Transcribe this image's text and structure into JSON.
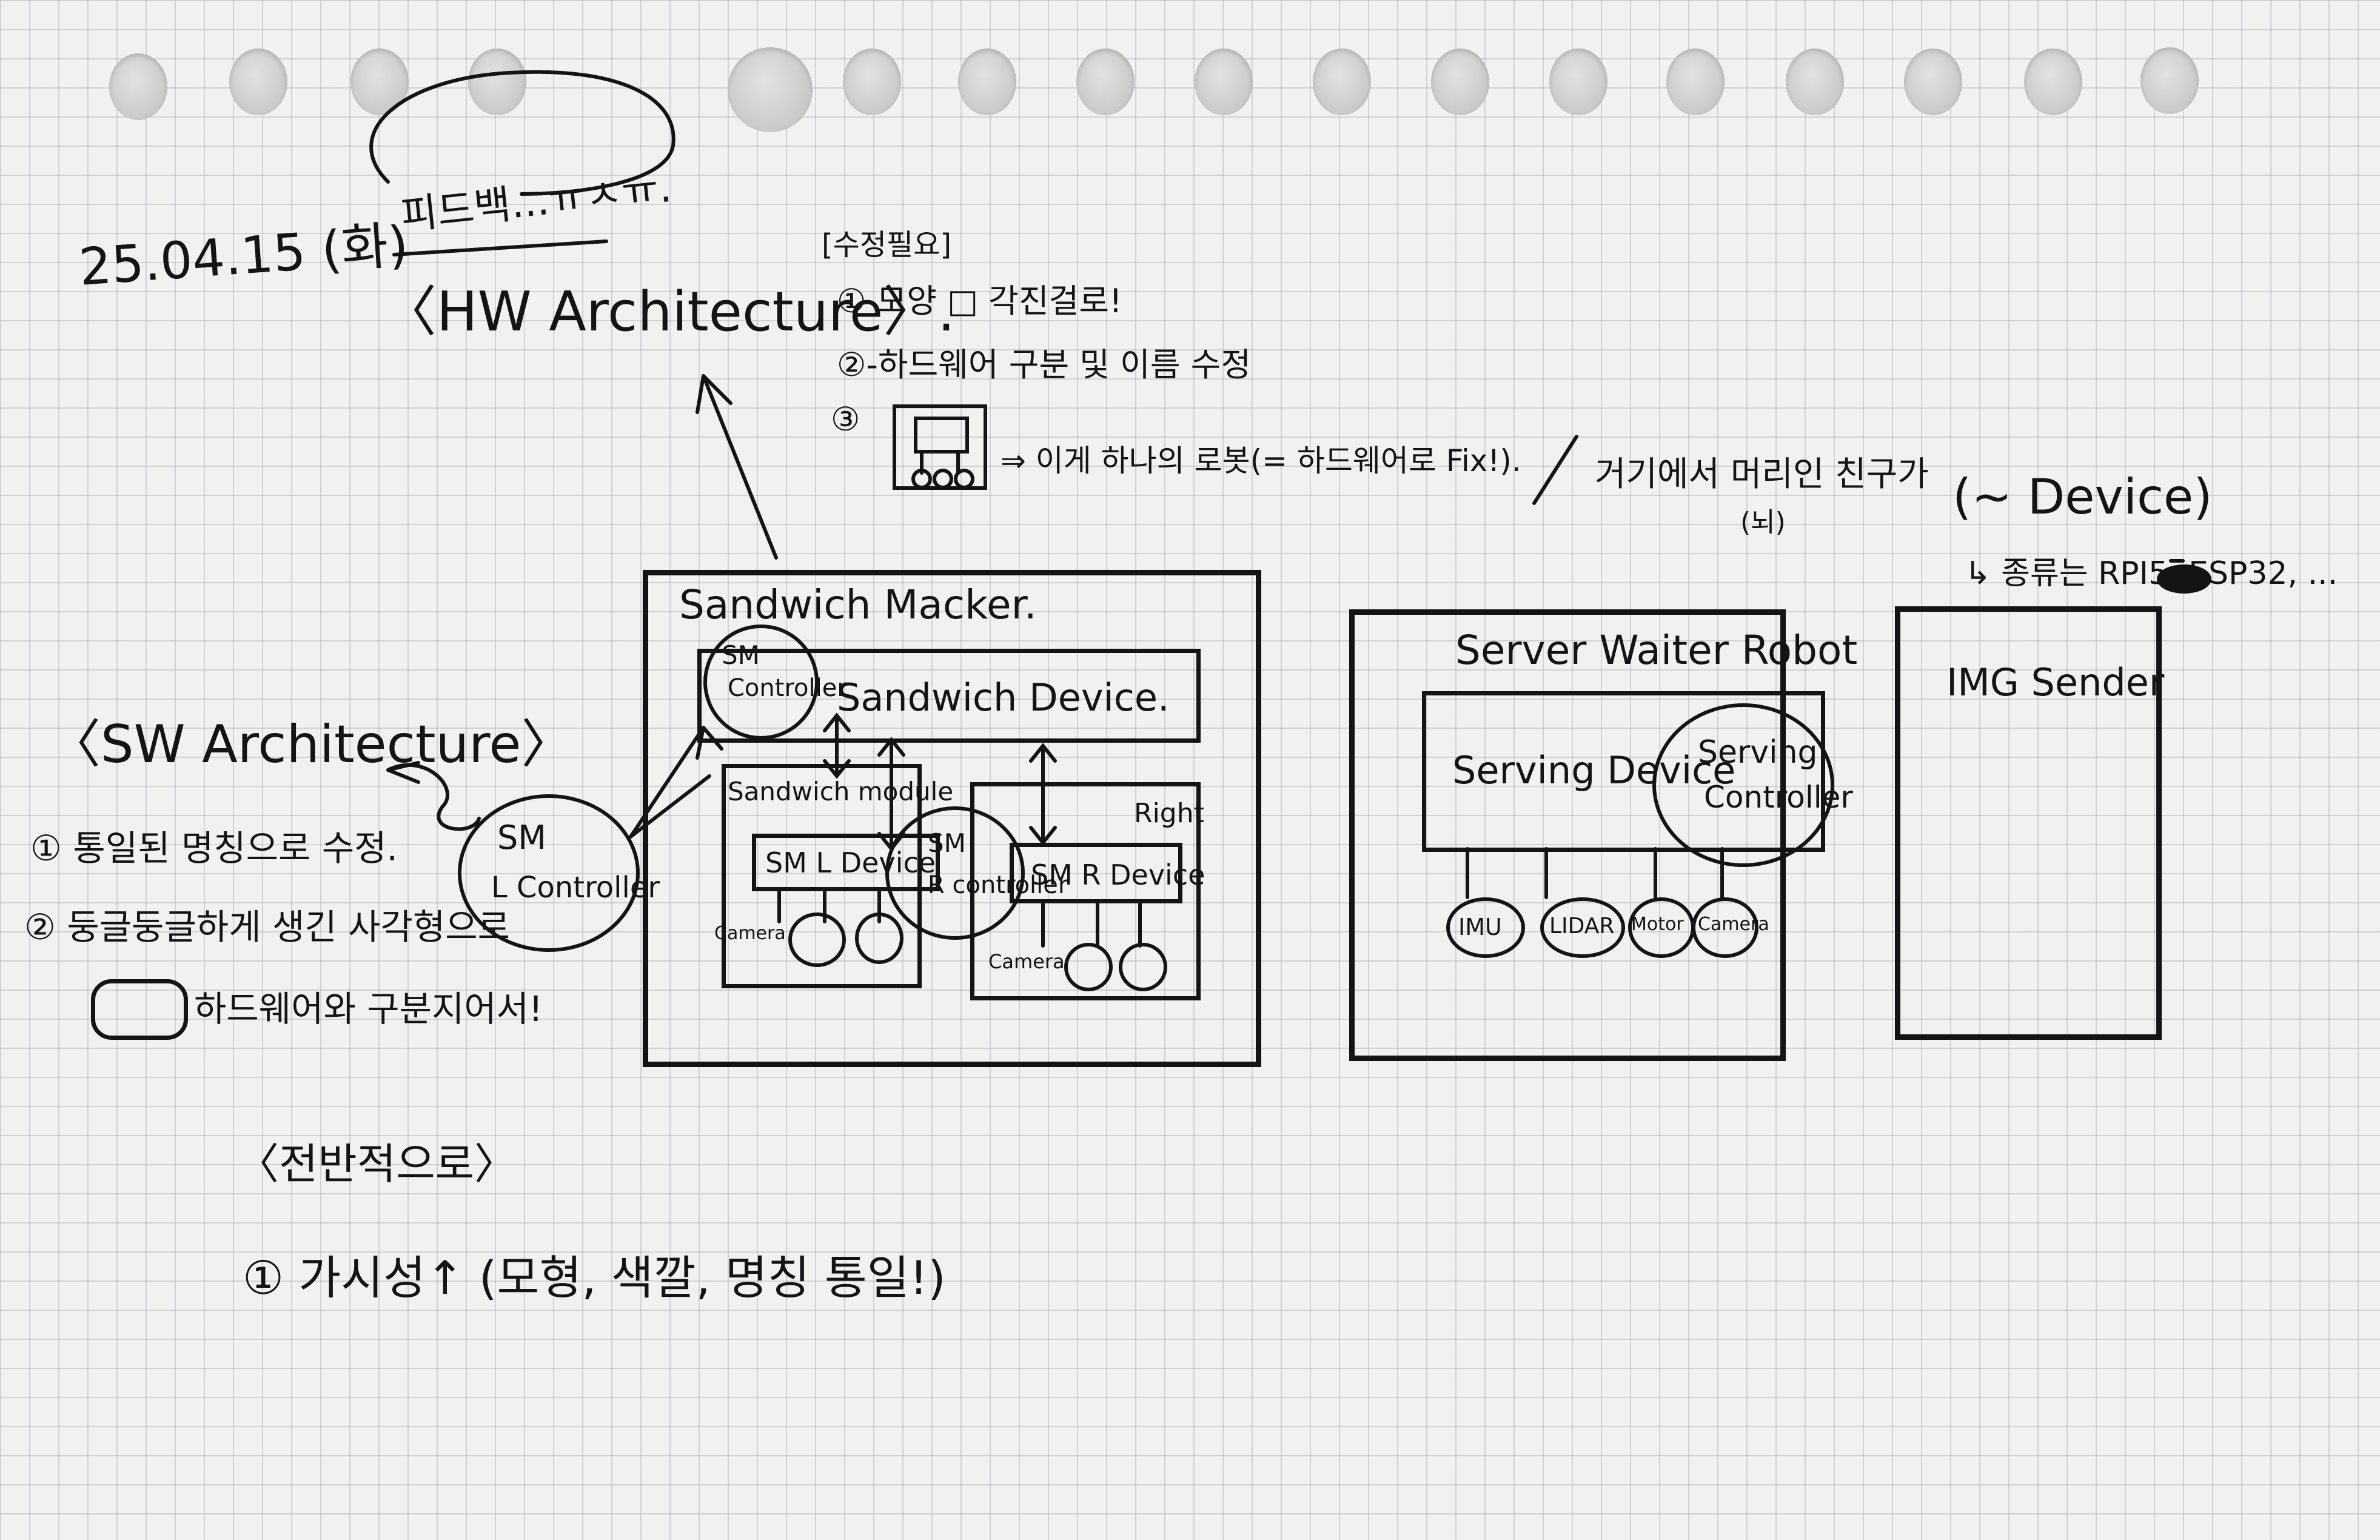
{
  "header": {
    "date": "25.04.15 (화)",
    "feedback": "피드백...ㅠㅅㅠ."
  },
  "hw": {
    "title": "〈HW Architecture〉."
  },
  "fixes": {
    "heading": "[수정필요]",
    "item1": "① 모양 □ 각진걸로!",
    "item2": "②-하드웨어 구분 및 이름 수정",
    "item3_prefix": "③",
    "item3_text": "⇒ 이게 하나의 로봇(= 하드웨어로 Fix!).",
    "item3_cont": "거기에서 머리인 친구가",
    "item3_paren": "(뇌)",
    "device": "(~ Device)",
    "examples": "↳ 종류는 RPI5, ESP32, ..."
  },
  "sw": {
    "title": "〈SW Architecture〉",
    "item1": "① 통일된 명칭으로 수정.",
    "item2": "② 둥글둥글하게 생긴 사각형으로",
    "item2b": "하드웨어와 구분지어서!"
  },
  "overall": {
    "title": "〈전반적으로〉",
    "item1": "① 가시성↑ (모형, 색깔, 명칭 통일!)"
  },
  "sandwich": {
    "title": "Sandwich Macker.",
    "device": "Sandwich Device.",
    "sm_controller": [
      "SM",
      "Controller"
    ],
    "module_label": "Sandwich module",
    "l_device": "SM L Device",
    "r_device": "SM R Device",
    "r_controller": [
      "SM",
      "R controller"
    ],
    "left_camera": "Camera",
    "right_camera": "Camera",
    "right_label": "Right",
    "l_controller": [
      "SM",
      "L Controller"
    ]
  },
  "server": {
    "title": "Server Waiter Robot",
    "device": "Serving Device",
    "controller": [
      "Serving",
      "Controller"
    ],
    "sensors": [
      "IMU",
      "LIDAR",
      "Motor",
      "Camera"
    ]
  },
  "img": {
    "title": "IMG Sender"
  }
}
